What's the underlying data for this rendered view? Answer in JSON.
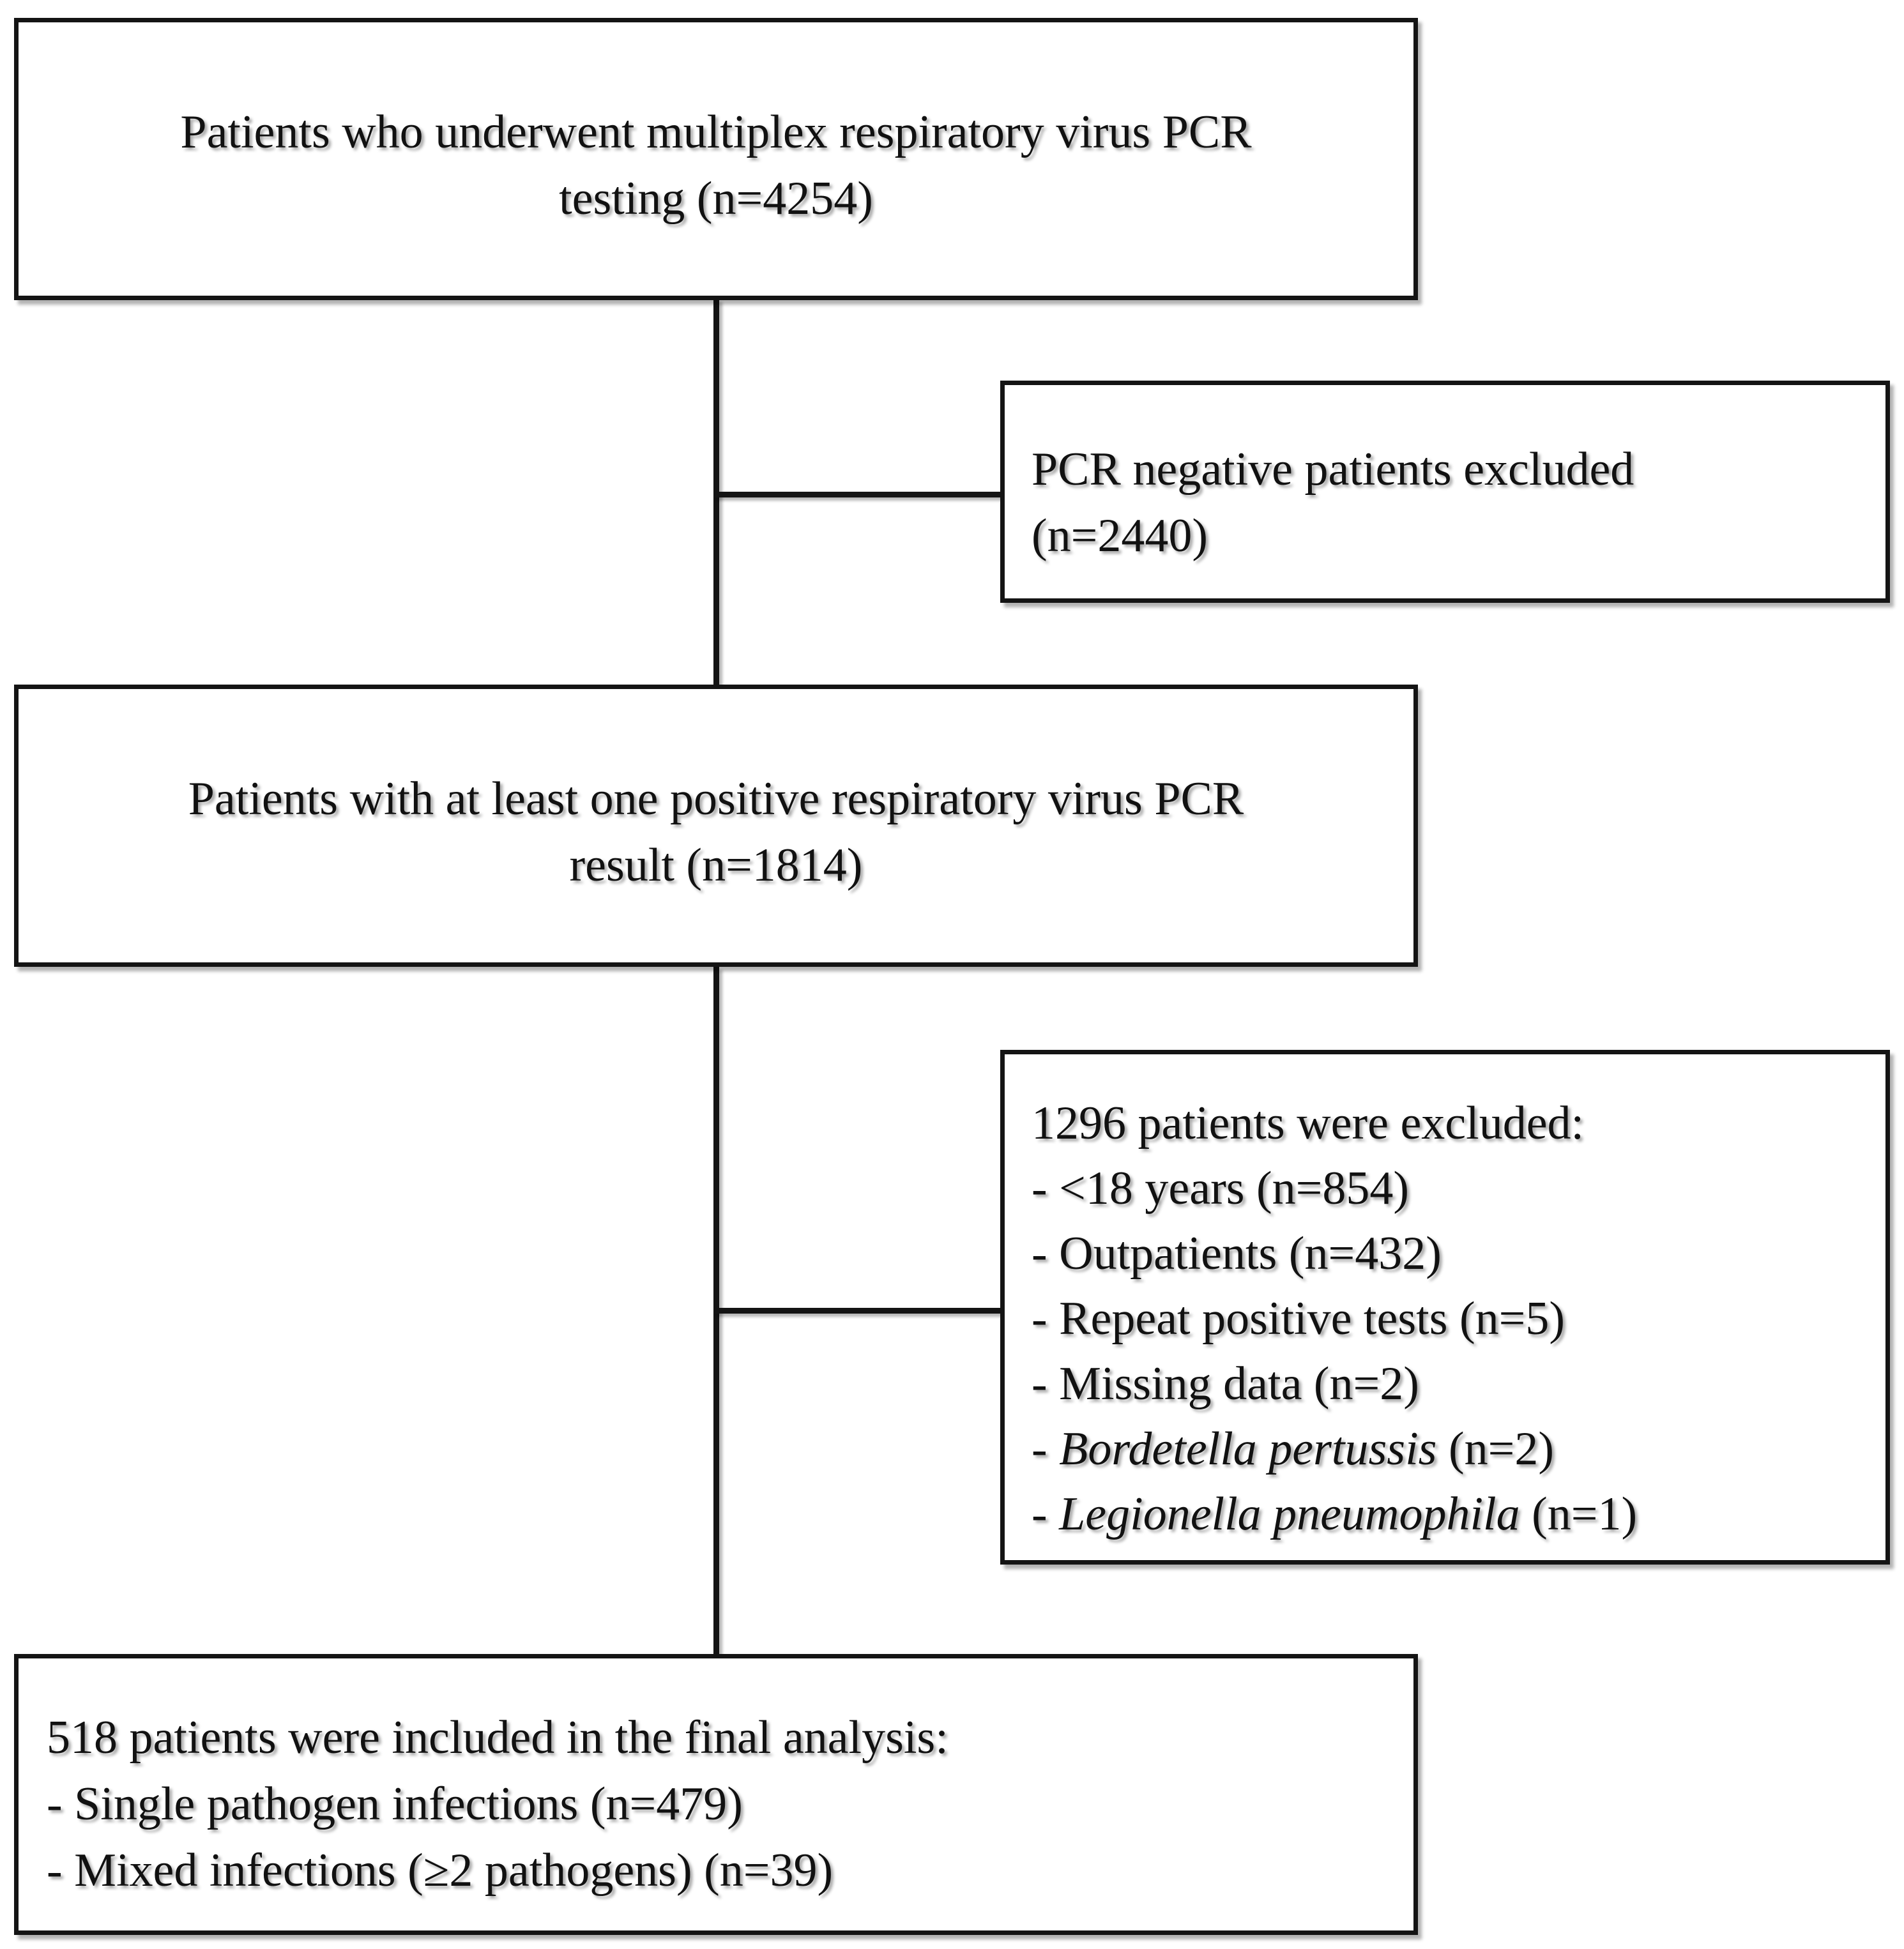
{
  "flowchart": {
    "box1": {
      "line1": "Patients who underwent multiplex respiratory virus PCR",
      "line2": "testing (n=4254)"
    },
    "exclusion1": {
      "line1": "PCR negative patients excluded",
      "line2": "(n=2440)"
    },
    "box2": {
      "line1": "Patients with at least one positive respiratory virus PCR",
      "line2": "result (n=1814)"
    },
    "exclusion2": {
      "heading": "1296 patients were excluded:",
      "items": [
        {
          "prefix": "- ",
          "text": "<18 years (n=854)"
        },
        {
          "prefix": "- ",
          "text": "Outpatients (n=432)"
        },
        {
          "prefix": "- ",
          "text": "Repeat positive tests (n=5)"
        },
        {
          "prefix": "- ",
          "text": "Missing data (n=2)"
        },
        {
          "prefix": "- ",
          "italic": "Bordetella pertussis",
          "text": " (n=2)"
        },
        {
          "prefix": "- ",
          "italic": "Legionella pneumophila",
          "text": " (n=1)"
        }
      ]
    },
    "final": {
      "heading": "518 patients were included in the final analysis:",
      "items": [
        "- Single pathogen infections (n=479)",
        "- Mixed infections (≥2 pathogens) (n=39)"
      ]
    }
  }
}
